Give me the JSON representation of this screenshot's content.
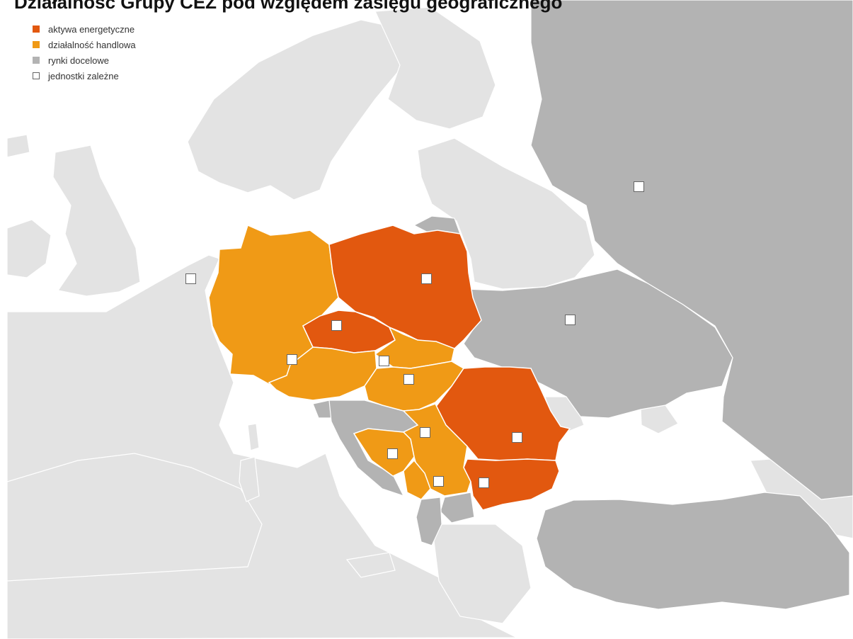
{
  "title": "Działalność Grupy CEZ pod względem zasięgu geograficznego",
  "colors": {
    "background": "#ffffff",
    "land": "#e3e3e3",
    "target": "#b3b3b3",
    "energy": "#e2580f",
    "trade": "#f09a16",
    "border": "#ffffff"
  },
  "legend": [
    {
      "label": "aktywa energetyczne",
      "swatch": "#e2580f",
      "style": "filled"
    },
    {
      "label": "działalność handlowa",
      "swatch": "#f09a16",
      "style": "filled"
    },
    {
      "label": "rynki docelowe",
      "swatch": "#b3b3b3",
      "style": "filled"
    },
    {
      "label": "jednostki zależne",
      "swatch": "#ffffff",
      "style": "outline"
    }
  ],
  "regions": {
    "energy": [
      "Poland",
      "Czech Republic",
      "Romania",
      "Bulgaria"
    ],
    "trade": [
      "Germany",
      "Austria",
      "Slovakia",
      "Hungary",
      "Serbia",
      "Bosnia and Herzegovina",
      "Montenegro"
    ],
    "target": [
      "Russia",
      "Ukraine",
      "Turkey",
      "Slovenia",
      "Croatia",
      "North Macedonia",
      "Albania",
      "Kaliningrad"
    ]
  },
  "subsidiaries": [
    "Netherlands",
    "Poland",
    "Czech Republic",
    "Germany",
    "Slovakia",
    "Hungary",
    "Serbia",
    "Bosnia and Herzegovina",
    "Montenegro",
    "Romania",
    "Bulgaria",
    "Ukraine",
    "Russia"
  ]
}
